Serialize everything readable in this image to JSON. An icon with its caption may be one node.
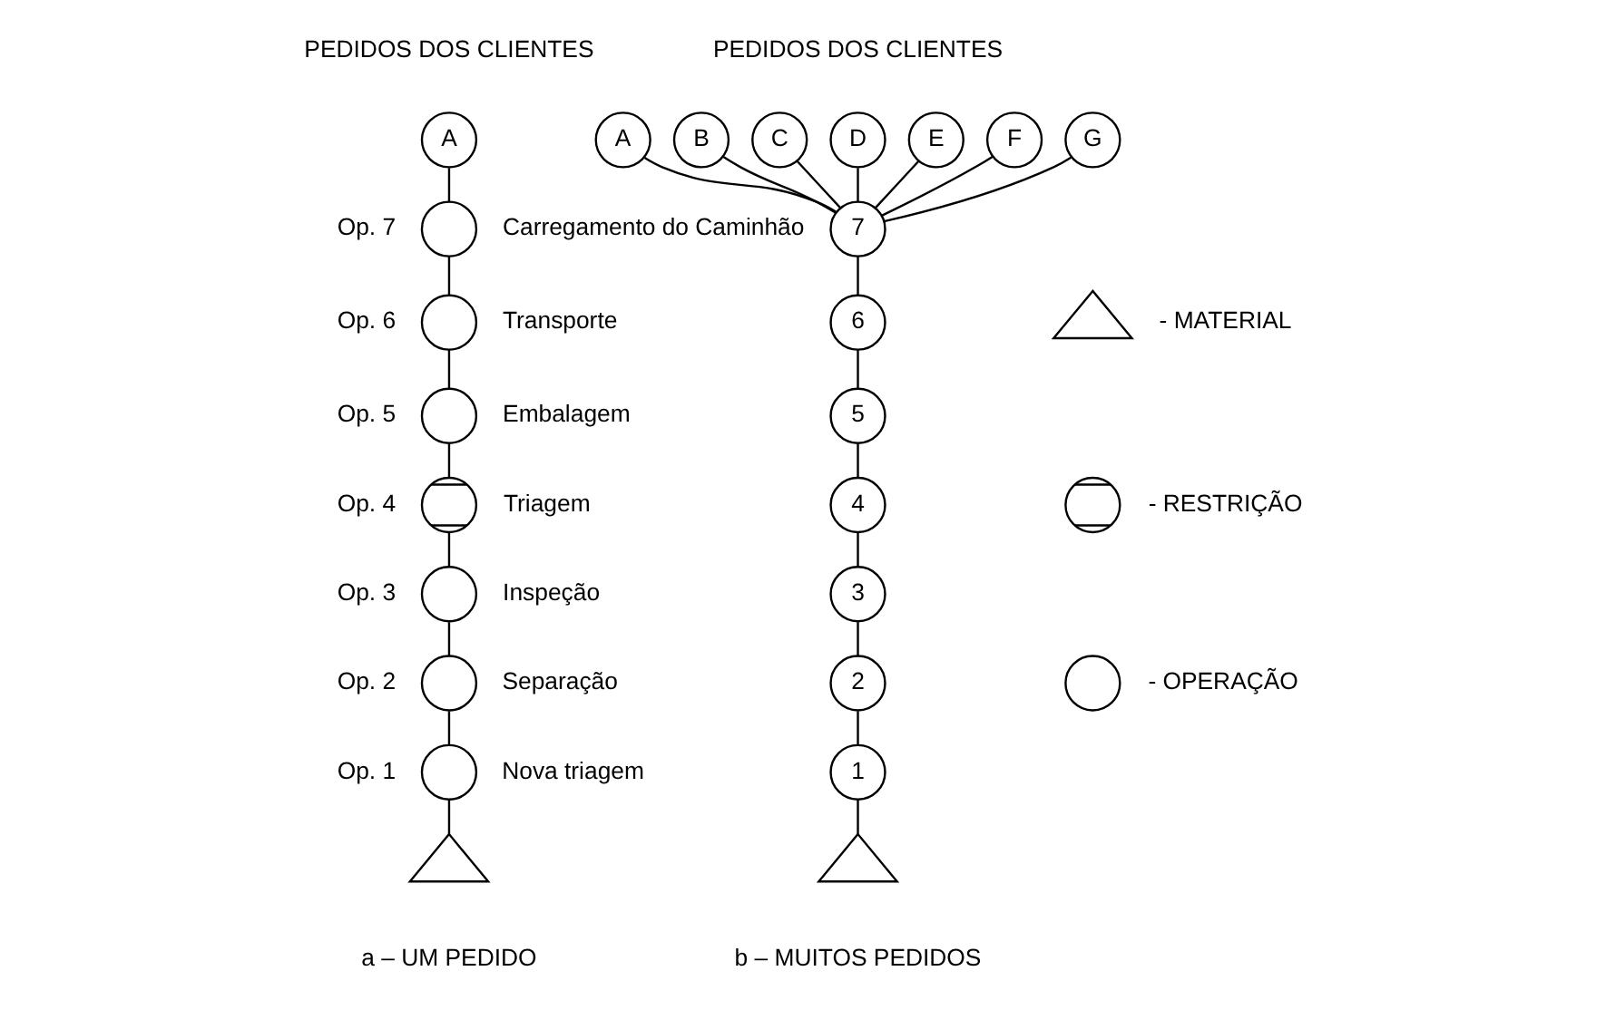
{
  "diagram": {
    "nodes": [
      {
        "text": [
          "A"
        ]
      },
      {
        "text": [],
        "shape": "circle",
        "beside": [
          "Op. 7",
          "Carregamento do Caminhão"
        ]
      },
      {
        "text": [],
        "shape": "circle",
        "beside": [
          "Op. 6",
          "Transporte"
        ]
      },
      {
        "text": [],
        "shape": "circle",
        "beside": [
          "Op. 5",
          "Embalagem"
        ]
      },
      {
        "text": [],
        "shape": "crossed-circle",
        "beside": [
          "Op. 4",
          "Triagem"
        ]
      },
      {
        "text": [],
        "shape": "circle",
        "beside": [
          "Op. 3",
          "Inspeção"
        ]
      },
      {
        "text": [],
        "shape": "circle",
        "beside": [
          "Op. 2",
          "Separação"
        ]
      },
      {
        "text": [],
        "shape": "circle",
        "beside": [
          "Op. 1",
          "Nova triagem"
        ]
      },
      {
        "text": [],
        "shape": "triangle"
      },
      {
        "text": [
          "A"
        ]
      },
      {
        "text": [
          "B"
        ]
      },
      {
        "text": [
          "C"
        ]
      },
      {
        "text": [
          "D"
        ]
      },
      {
        "text": [
          "E"
        ]
      },
      {
        "text": [
          "F"
        ]
      },
      {
        "text": [
          "G"
        ]
      },
      {
        "text": [
          "7"
        ]
      },
      {
        "text": [
          "6"
        ]
      },
      {
        "text": [
          "5"
        ]
      },
      {
        "text": [
          "4"
        ]
      },
      {
        "text": [
          "3"
        ]
      },
      {
        "text": [
          "2"
        ]
      },
      {
        "text": [
          "1"
        ]
      },
      {
        "text": [],
        "shape": "triangle"
      },
      {
        "text": [],
        "shape": "triangle"
      },
      {
        "text": [],
        "shape": "crossed-circle"
      },
      {
        "text": [],
        "shape": "circle"
      }
    ],
    "edges": [
      {
        "from": 0,
        "to": 1,
        "arrow": "none"
      },
      {
        "from": 1,
        "to": 2,
        "arrow": "none"
      },
      {
        "from": 2,
        "to": 3,
        "arrow": "none"
      },
      {
        "from": 3,
        "to": 4,
        "arrow": "none"
      },
      {
        "from": 4,
        "to": 5,
        "arrow": "none"
      },
      {
        "from": 5,
        "to": 6,
        "arrow": "none"
      },
      {
        "from": 6,
        "to": 7,
        "arrow": "none"
      },
      {
        "from": 7,
        "to": 8,
        "arrow": "none"
      },
      {
        "from": 9,
        "to": 16,
        "arrow": "none"
      },
      {
        "from": 10,
        "to": 16,
        "arrow": "none"
      },
      {
        "from": 11,
        "to": 16,
        "arrow": "none"
      },
      {
        "from": 12,
        "to": 16,
        "arrow": "none"
      },
      {
        "from": 13,
        "to": 16,
        "arrow": "none"
      },
      {
        "from": 14,
        "to": 16,
        "arrow": "none"
      },
      {
        "from": 15,
        "to": 16,
        "arrow": "none"
      },
      {
        "from": 16,
        "to": 17,
        "arrow": "none"
      },
      {
        "from": 17,
        "to": 18,
        "arrow": "none"
      },
      {
        "from": 18,
        "to": 19,
        "arrow": "none"
      },
      {
        "from": 19,
        "to": 20,
        "arrow": "none"
      },
      {
        "from": 20,
        "to": 21,
        "arrow": "none"
      },
      {
        "from": 21,
        "to": 22,
        "arrow": "none"
      },
      {
        "from": 22,
        "to": 23,
        "arrow": "none"
      }
    ],
    "labels": [
      "PEDIDOS DOS CLIENTES",
      "PEDIDOS DOS CLIENTES",
      "a – UM PEDIDO",
      "b – MUITOS PEDIDOS"
    ],
    "legend": [
      {
        "text": "- MATERIAL"
      },
      {
        "text": "- RESTRIÇÃO"
      },
      {
        "text": "- OPERAÇÃO"
      }
    ]
  }
}
